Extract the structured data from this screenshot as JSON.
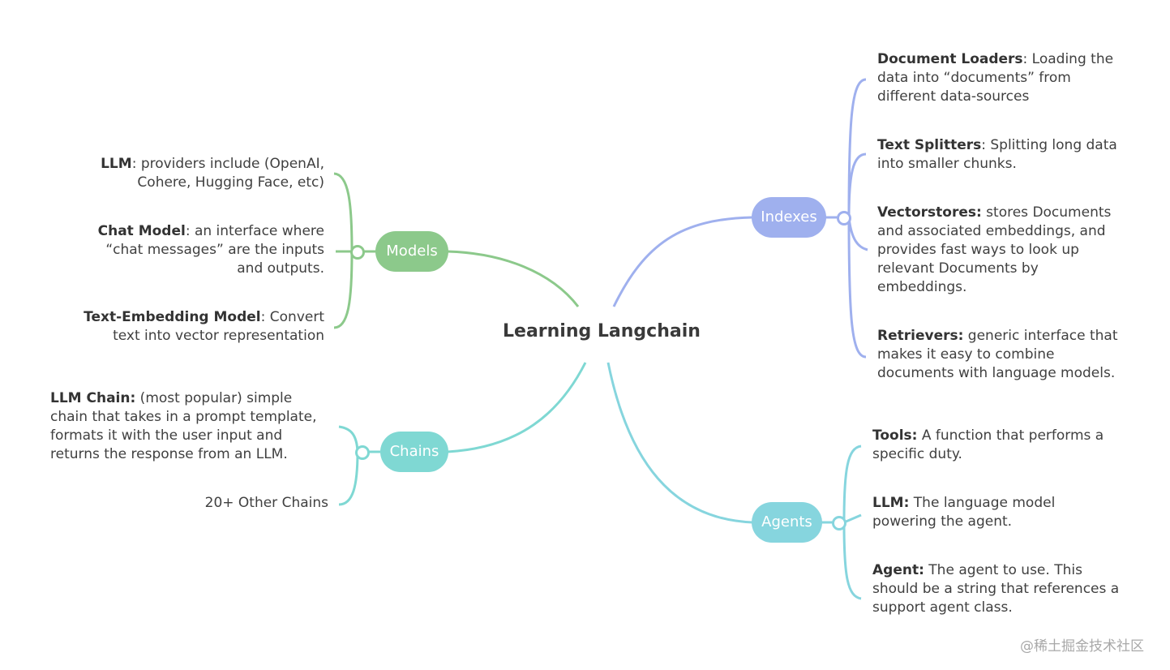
{
  "center": {
    "title": "Learning Langchain"
  },
  "colors": {
    "models": "#8cc98b",
    "indexes": "#9fb0ee",
    "chains": "#7fd8d3",
    "agents": "#86d5de"
  },
  "models": {
    "label": "Models",
    "leaves": [
      {
        "term": "LLM",
        "text": ": providers include (OpenAI, Cohere, Hugging Face, etc)"
      },
      {
        "term": "Chat Model",
        "text": ": an interface where “chat messages” are the inputs and outputs."
      },
      {
        "term": "Text-Embedding Model",
        "text": ":  Convert text into vector representation"
      }
    ]
  },
  "chains": {
    "label": "Chains",
    "leaves": [
      {
        "term": "LLM Chain:",
        "text": " (most popular) simple chain that takes in a prompt template, formats it with the user input and returns the response from an LLM."
      },
      {
        "term": "",
        "text": "20+ Other Chains"
      }
    ]
  },
  "indexes": {
    "label": "Indexes",
    "leaves": [
      {
        "term": "Document Loaders",
        "text": ": Loading the data into “documents” from different data-sources"
      },
      {
        "term": "Text Splitters",
        "text": ": Splitting long data into smaller chunks."
      },
      {
        "term": "Vectorstores:",
        "text": " stores Documents and associated embeddings, and provides fast ways to look up relevant Documents by embeddings."
      },
      {
        "term": "Retrievers:",
        "text": " generic interface that makes it easy to combine documents with language models."
      }
    ]
  },
  "agents": {
    "label": "Agents",
    "leaves": [
      {
        "term": "Tools:",
        "text": " A function that performs a specific duty."
      },
      {
        "term": "LLM:",
        "text": " The language model powering the agent."
      },
      {
        "term": "Agent:",
        "text": " The agent to use. This should be a string that references a support agent class."
      }
    ]
  },
  "watermark": "@稀土掘金技术社区"
}
